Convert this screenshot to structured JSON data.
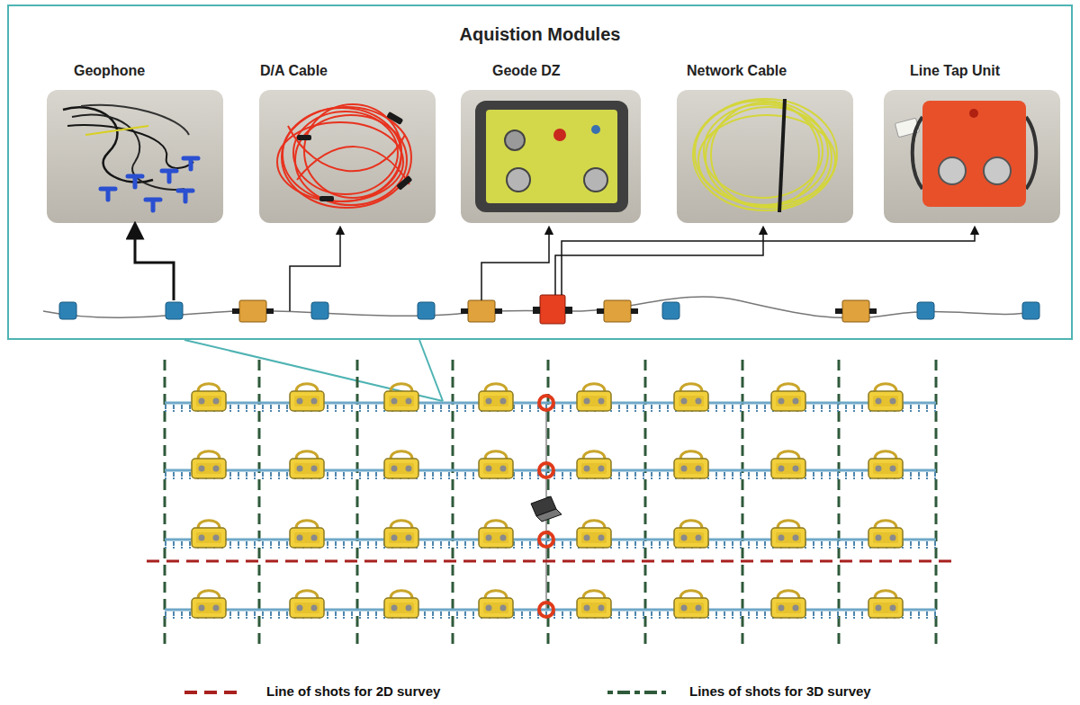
{
  "diagram": {
    "nodes": [
      {
        "text": [
          "Aquistion Modules"
        ]
      },
      {
        "text": [
          "Geophone"
        ],
        "in": 0
      },
      {
        "text": [
          "D/A Cable"
        ],
        "in": 0
      },
      {
        "text": [
          "Geode DZ"
        ],
        "in": 0
      },
      {
        "text": [
          "Network Cable"
        ],
        "in": 0
      },
      {
        "text": [
          "Line Tap Unit"
        ],
        "in": 0
      }
    ],
    "legend": [
      {
        "text": "Line of shots for 2D survey"
      },
      {
        "text": "Lines of shots for 3D survey"
      }
    ]
  }
}
